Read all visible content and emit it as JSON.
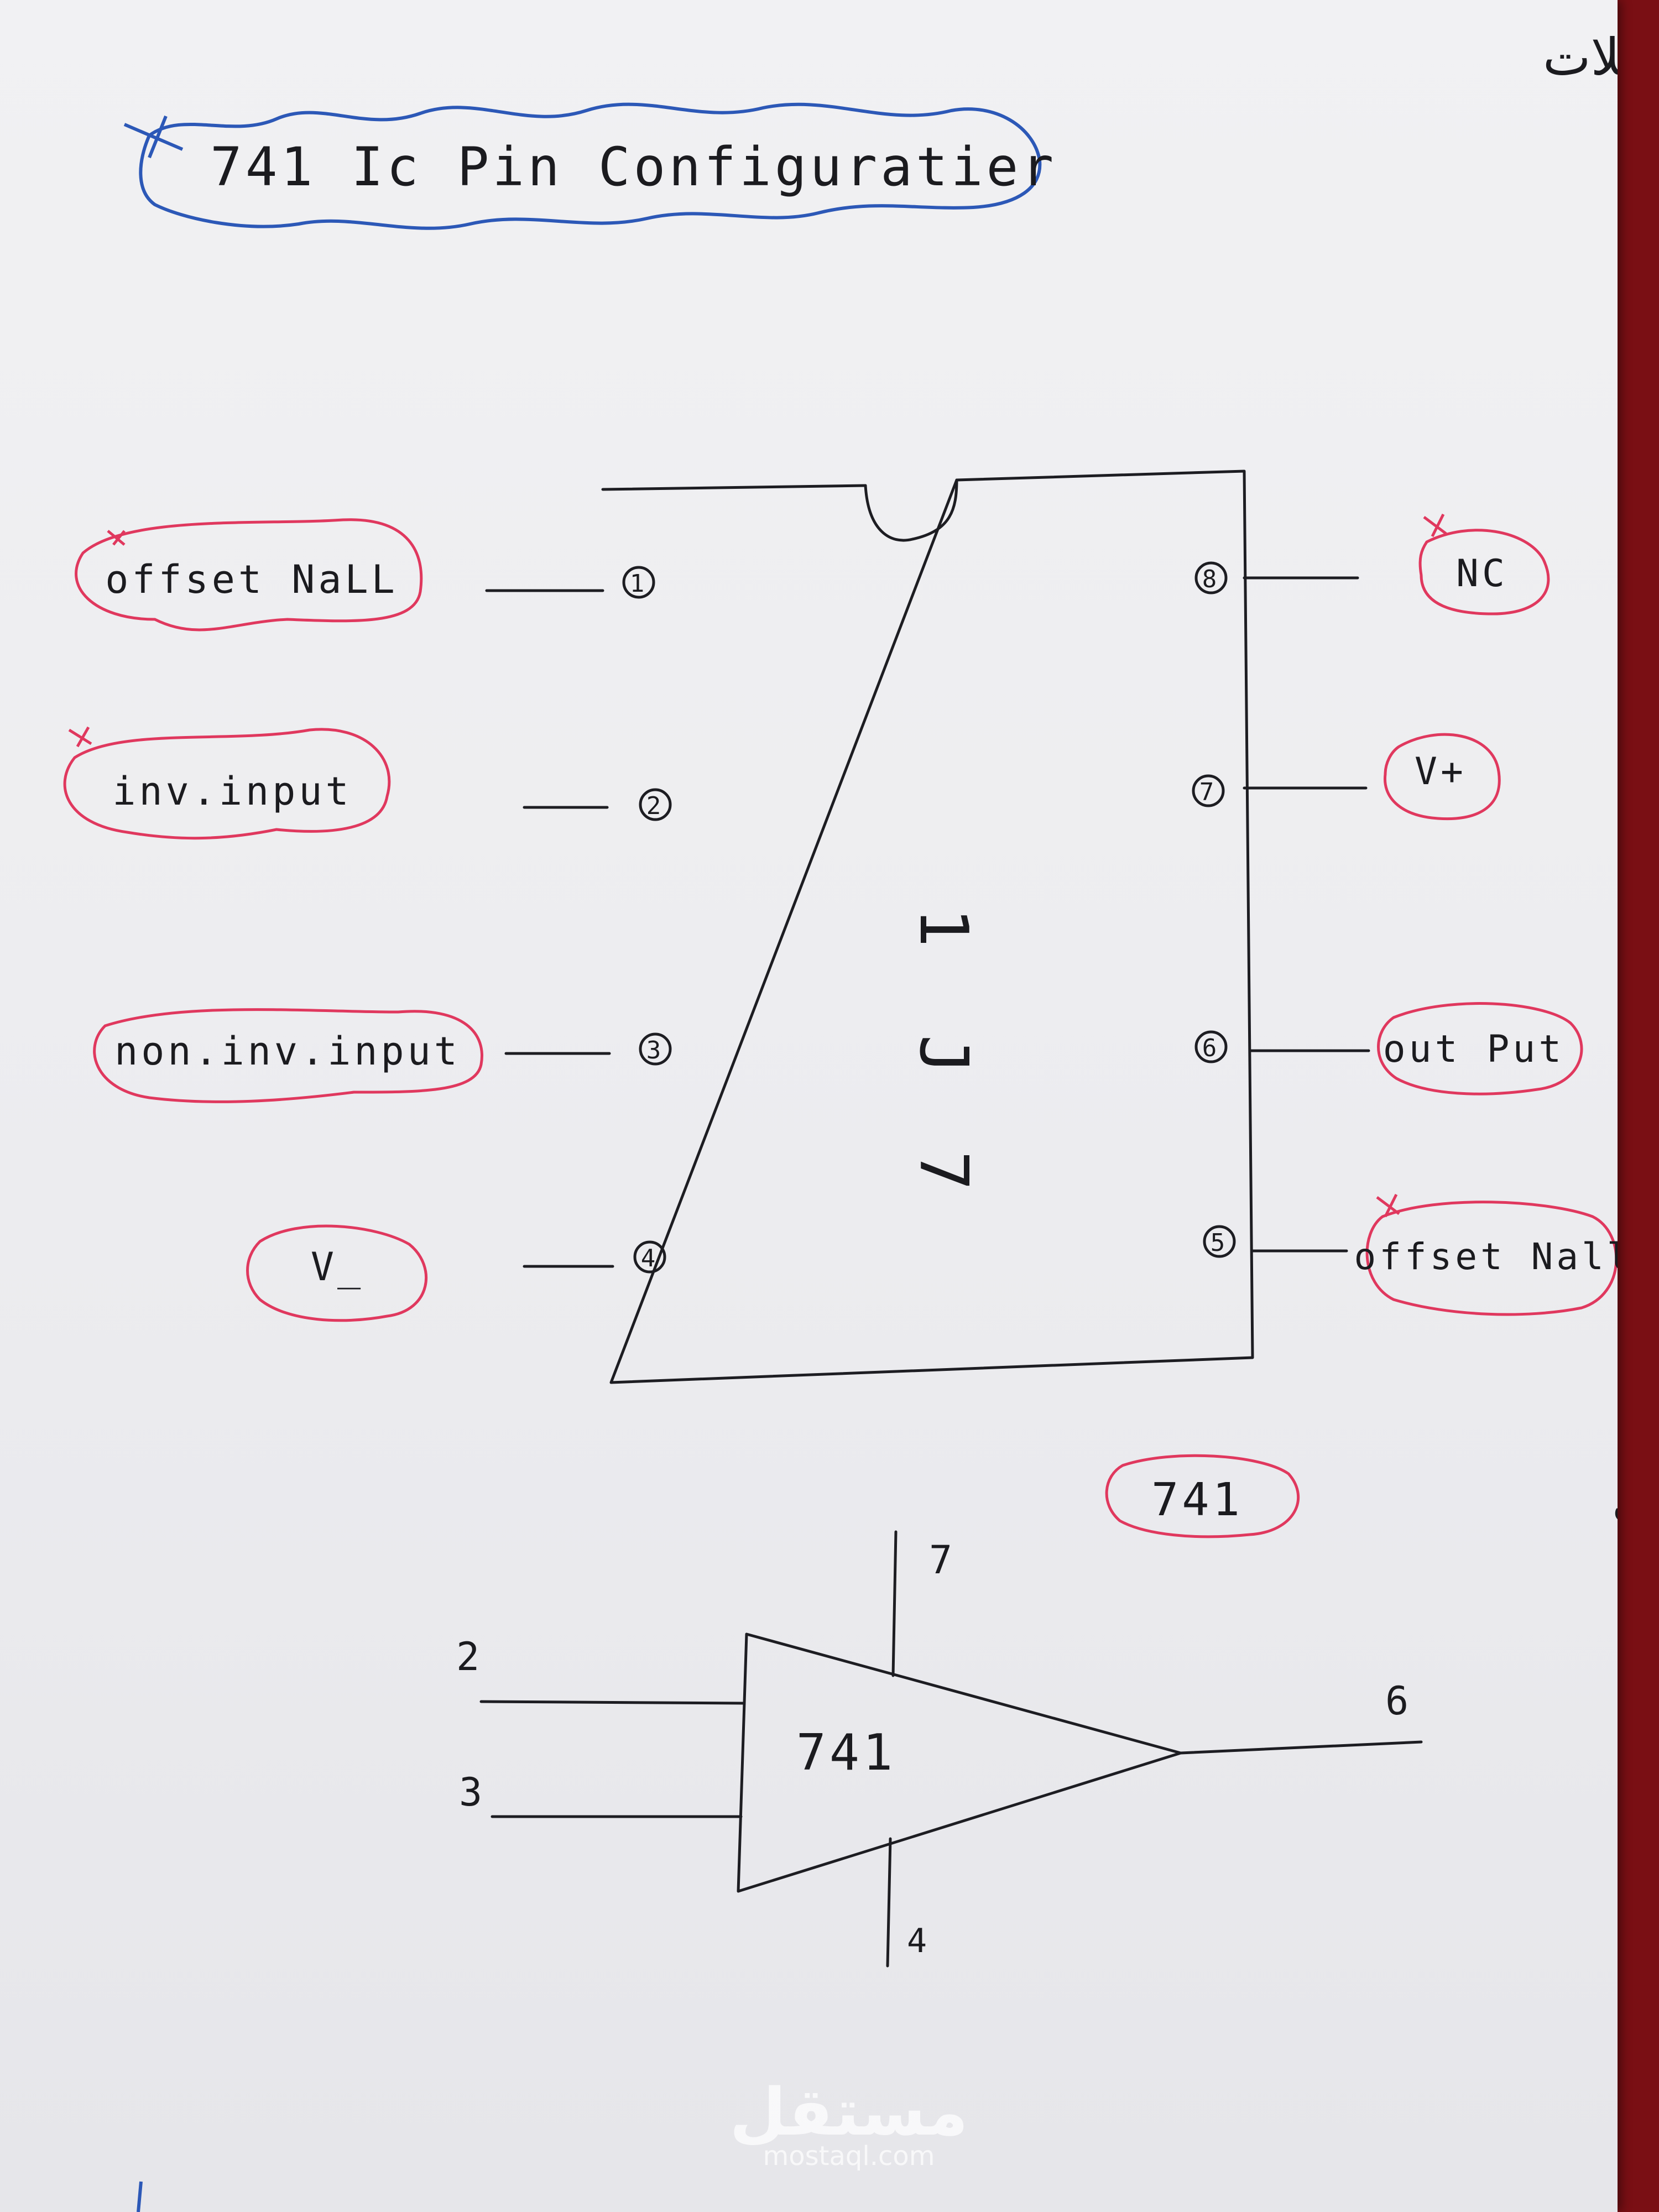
{
  "header": {
    "arabic_title": "مختبر التحليلات",
    "title": "741 Ic Pin Configuratier"
  },
  "ic": {
    "label_chars": [
      "7",
      "J",
      "1"
    ],
    "pins": [
      {
        "number": "1",
        "name": "offset NaLL",
        "side": "left"
      },
      {
        "number": "2",
        "name": "inv.input",
        "side": "left"
      },
      {
        "number": "3",
        "name": "non.inv.input",
        "side": "left"
      },
      {
        "number": "4",
        "name": "V_",
        "side": "left"
      },
      {
        "number": "8",
        "name": "NC",
        "side": "right"
      },
      {
        "number": "7",
        "name": "V+",
        "side": "right"
      },
      {
        "number": "6",
        "name": "out Put",
        "side": "right"
      },
      {
        "number": "5",
        "name": "offset Nall",
        "side": "right"
      }
    ]
  },
  "symbol": {
    "caption_arabic": "الرمز العملي ل",
    "caption_code": "741",
    "body_label": "741",
    "pin_top": "7",
    "pin_bottom": "4",
    "pin_in_a": "2",
    "pin_in_b": "3",
    "pin_out": "6"
  },
  "watermark": {
    "arabic": "مستقل",
    "latin": "mostaql.com"
  },
  "colors": {
    "ink": "#1d1d22",
    "label_outline": "#e0385e",
    "title_outline": "#2c58b7",
    "paper": "#eeeef1",
    "background_fabric": "#7a0f14"
  }
}
